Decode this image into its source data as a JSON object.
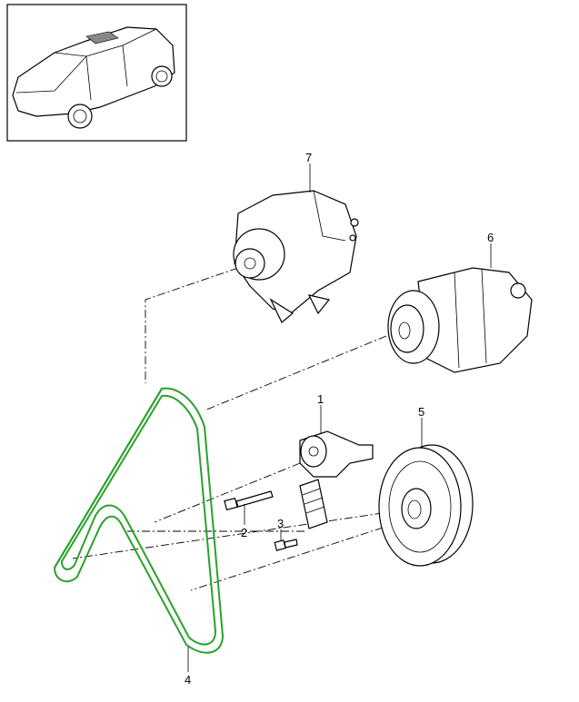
{
  "diagram": {
    "thumbnail": {
      "caption_icon": "vehicle-thumbnail"
    },
    "callouts": [
      {
        "number": "1",
        "part": "belt-tensioner"
      },
      {
        "number": "2",
        "part": "bolt-long"
      },
      {
        "number": "3",
        "part": "bolt-short"
      },
      {
        "number": "4",
        "part": "poly-v-belt"
      },
      {
        "number": "5",
        "part": "vibration-damper-pulley"
      },
      {
        "number": "6",
        "part": "ac-compressor"
      },
      {
        "number": "7",
        "part": "alternator"
      }
    ],
    "colors": {
      "belt": "#2aa12a",
      "line": "#000000"
    }
  }
}
